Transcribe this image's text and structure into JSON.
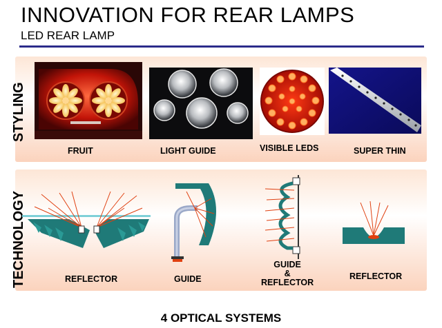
{
  "header": {
    "title": "INNOVATION FOR REAR LAMPS",
    "subtitle": "LED REAR LAMP"
  },
  "styling": {
    "label": "STYLING",
    "items": [
      {
        "caption": "FRUIT"
      },
      {
        "caption": "LIGHT GUIDE"
      },
      {
        "caption": "VISIBLE LEDS"
      },
      {
        "caption": "SUPER THIN"
      }
    ]
  },
  "technology": {
    "label": "TECHNOLOGY",
    "items": [
      {
        "caption": "REFLECTOR"
      },
      {
        "caption": "GUIDE"
      },
      {
        "caption_lines": [
          "GUIDE",
          "&",
          "REFLECTOR"
        ]
      },
      {
        "caption": "REFLECTOR"
      }
    ]
  },
  "footer": {
    "text": "4 OPTICAL SYSTEMS"
  },
  "colors": {
    "rule": "#2b2b8a",
    "lamp_red": "#e02010",
    "teal": "#1f7a78",
    "ray": "#e04010"
  }
}
